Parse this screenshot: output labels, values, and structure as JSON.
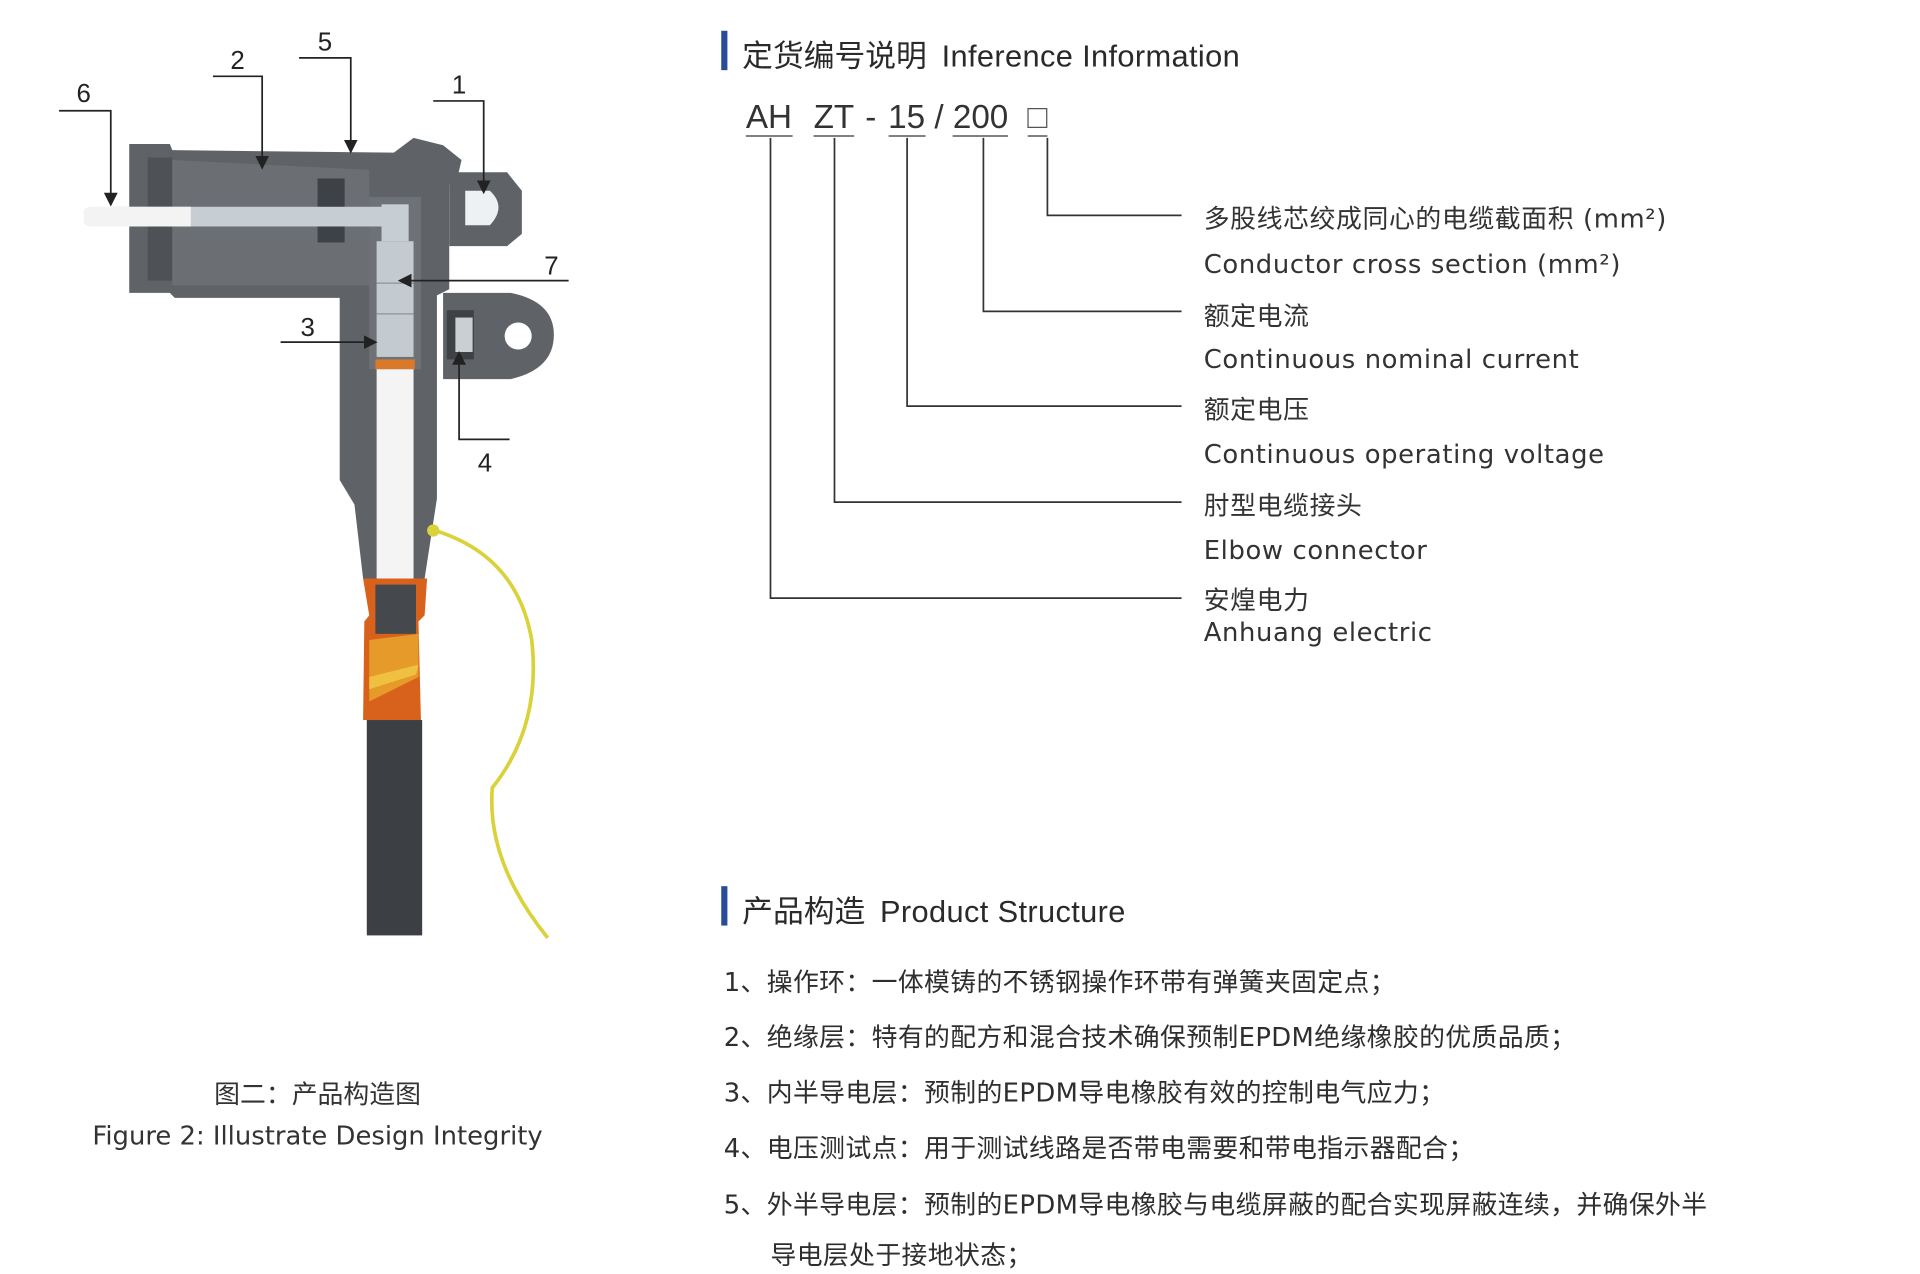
{
  "figure": {
    "callouts": [
      "1",
      "2",
      "3",
      "4",
      "5",
      "6",
      "7"
    ],
    "caption_cn": "图二：产品构造图",
    "caption_en": "Figure 2: Illustrate Design Integrity"
  },
  "inference": {
    "title_cn": "定货编号说明",
    "title_en": "Inference Information",
    "code_parts": [
      "AH",
      "ZT",
      "-",
      "15",
      "/",
      "200",
      "□"
    ],
    "legend": [
      {
        "cn": "多股线芯绞成同心的电缆截面积 (mm²)",
        "en": "Conductor cross section (mm²)"
      },
      {
        "cn": "额定电流",
        "en": "Continuous nominal current"
      },
      {
        "cn": "额定电压",
        "en": "Continuous operating voltage"
      },
      {
        "cn": "肘型电缆接头",
        "en": "Elbow connector"
      },
      {
        "cn": "安煌电力",
        "en": "Anhuang electric"
      }
    ]
  },
  "structure": {
    "title_cn": "产品构造",
    "title_en": "Product Structure",
    "items": [
      "1、操作环：一体模铸的不锈钢操作环带有弹簧夹固定点；",
      "2、绝缘层：特有的配方和混合技术确保预制EPDM绝缘橡胶的优质品质；",
      "3、内半导电层：预制的EPDM导电橡胶有效的控制电气应力；",
      "4、电压测试点：用于测试线路是否带电需要和带电指示器配合；",
      "5、外半导电层：预制的EPDM导电橡胶与电缆屏蔽的配合实现屏蔽连续，并确保外半",
      "导电层处于接地状态；"
    ]
  },
  "colors": {
    "accent_bar": "#2a4a9a",
    "body_gray": "#5f6367",
    "cable": "#3c4044",
    "orange": "#d8621c",
    "ground_wire": "#d9d23a"
  }
}
